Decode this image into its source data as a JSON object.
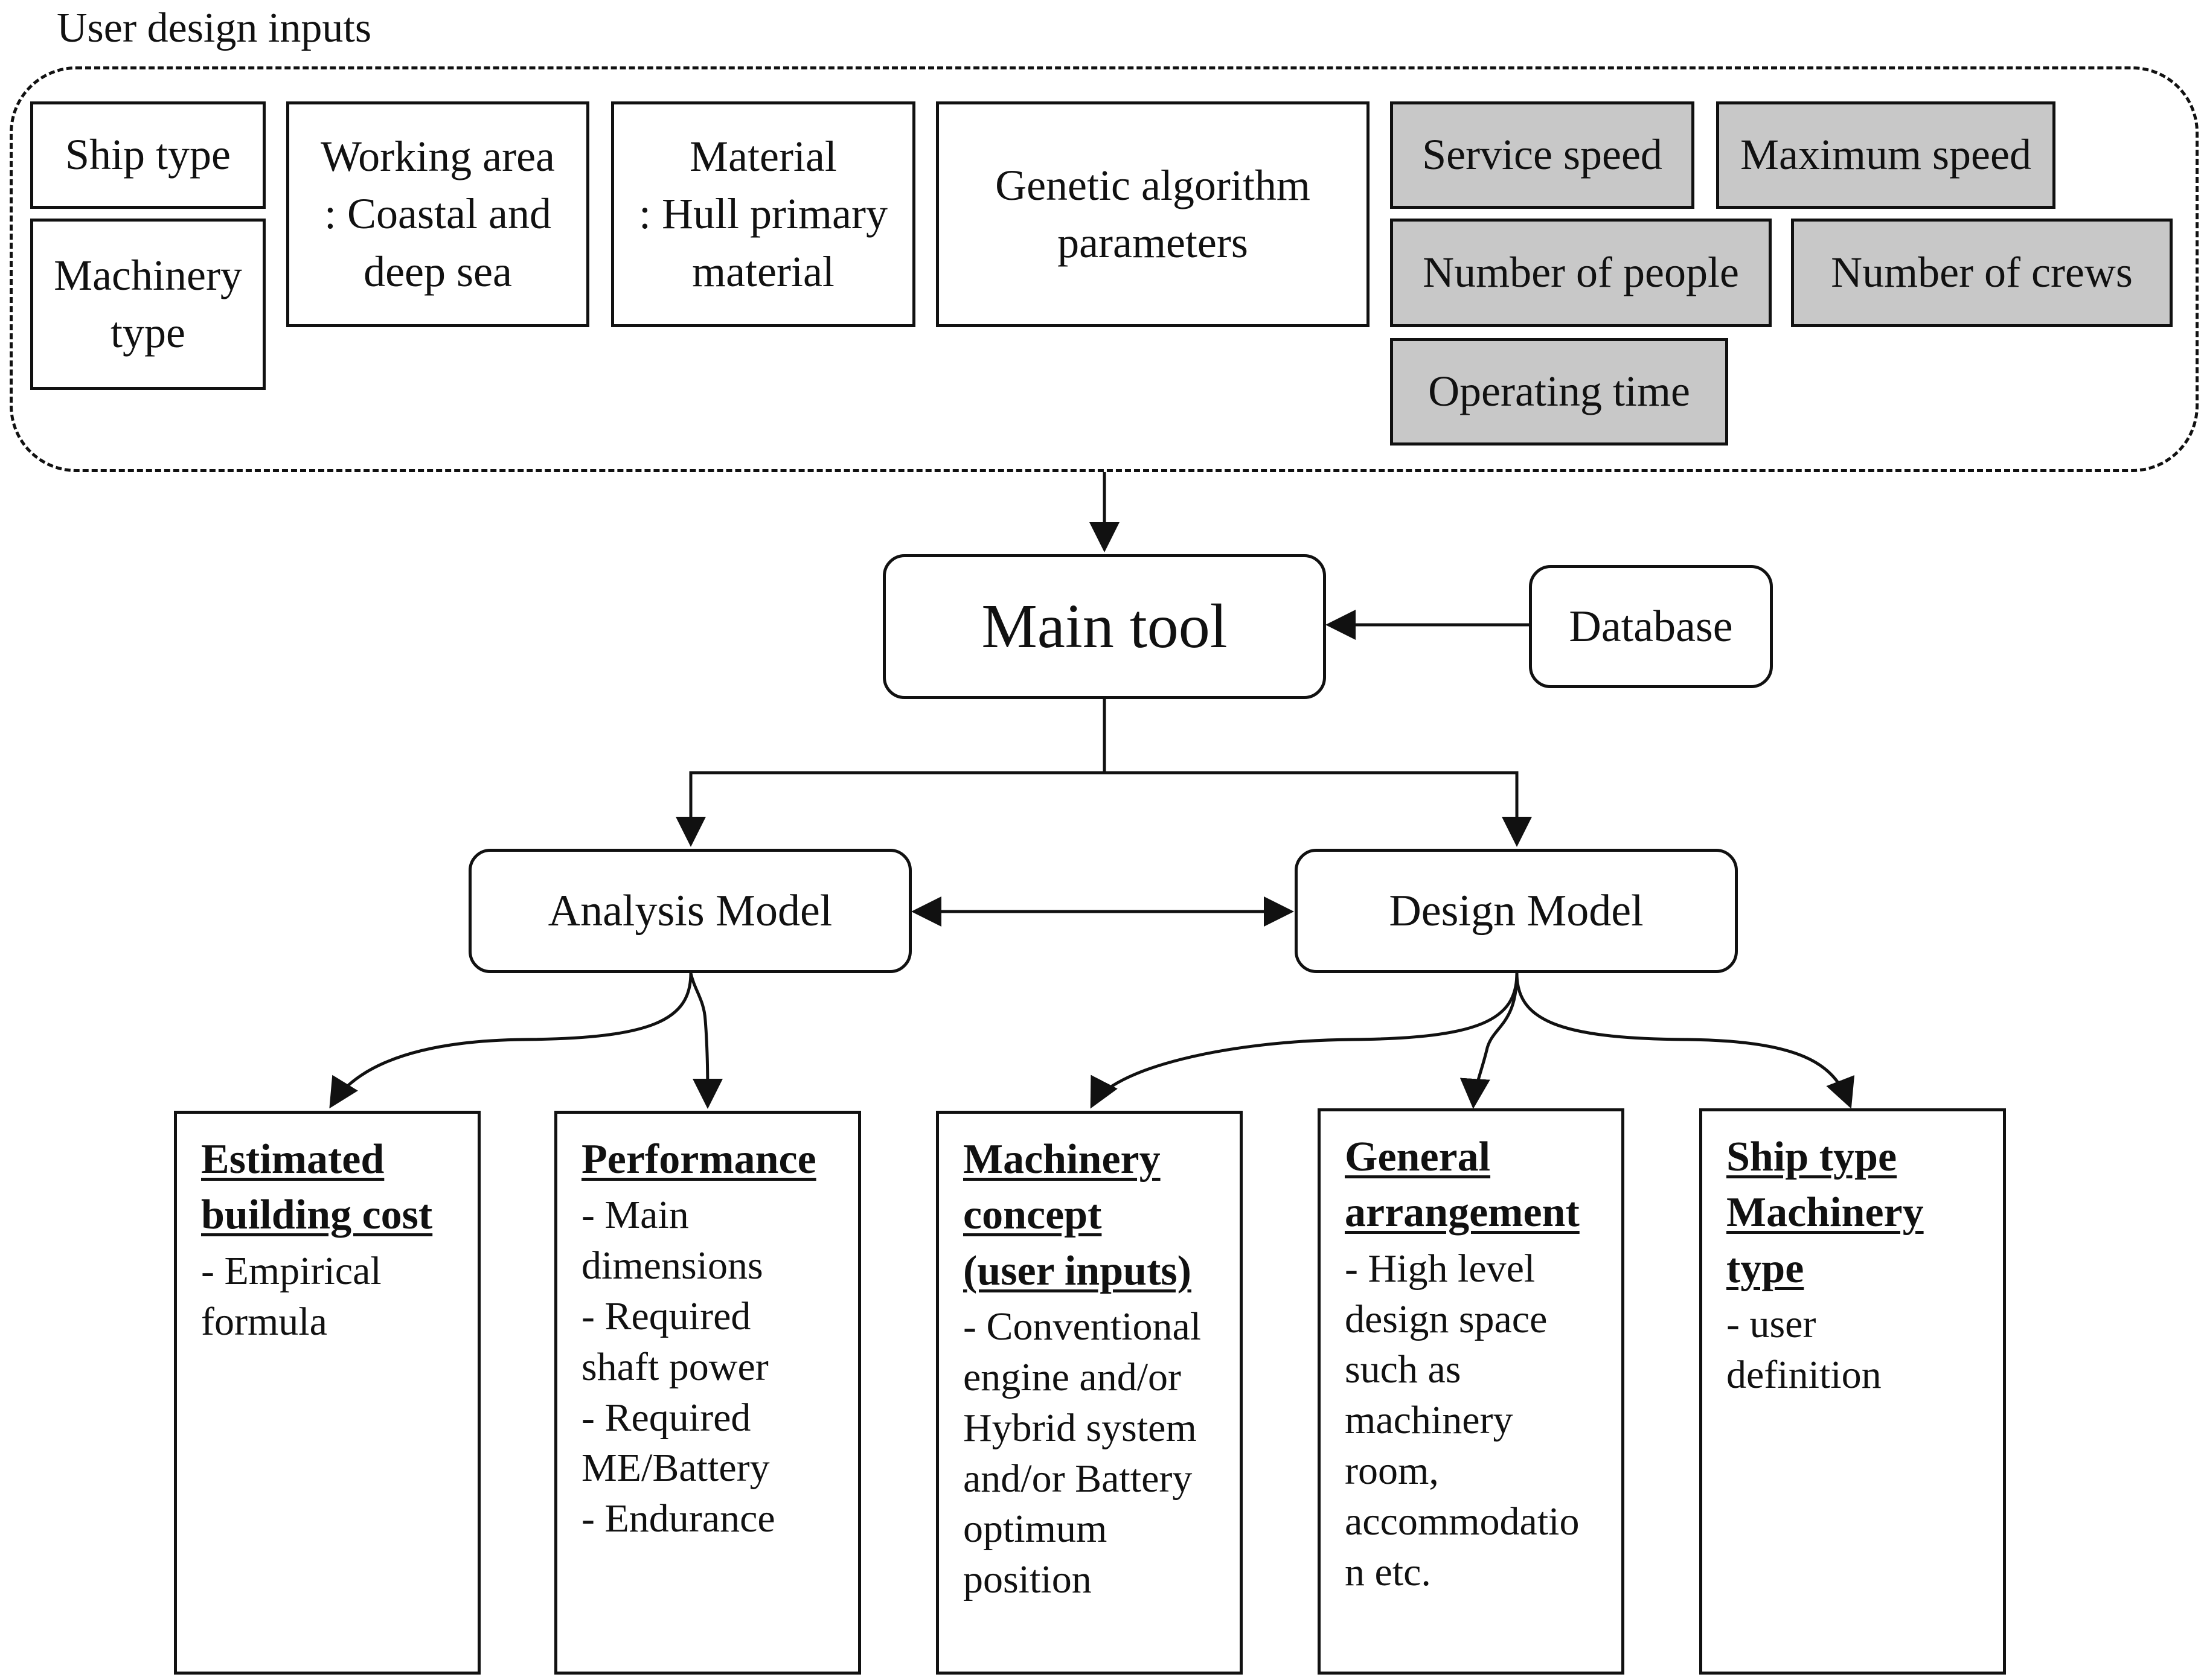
{
  "group_label": "User design inputs",
  "inputs": {
    "ship_type": "Ship type",
    "machinery_type": "Machinery type",
    "working_area": "Working area : Coastal and deep sea",
    "material": "Material : Hull primary material",
    "ga_params": "Genetic algorithm parameters",
    "service_speed": "Service speed",
    "maximum_speed": "Maximum speed",
    "number_of_people": "Number of people",
    "number_of_crews": "Number of crews",
    "operating_time": "Operating time"
  },
  "input_lines": {
    "machinery_type": [
      "Machinery",
      "type"
    ],
    "working_area": [
      "Working area",
      ": Coastal and",
      "deep sea"
    ],
    "material": [
      "Material",
      ": Hull primary",
      "material"
    ],
    "ga_params": [
      "Genetic algorithm",
      "parameters"
    ]
  },
  "nodes": {
    "main_tool": "Main tool",
    "database": "Database",
    "analysis_model": "Analysis Model",
    "design_model": "Design Model"
  },
  "outputs": [
    {
      "title": [
        "Estimated",
        "building cost"
      ],
      "body": "- Empirical\nformula"
    },
    {
      "title": [
        "Performance"
      ],
      "body": "- Main\ndimensions\n- Required\nshaft power\n- Required\nME/Battery\n- Endurance"
    },
    {
      "title": [
        "Machinery",
        "concept",
        "(user inputs)"
      ],
      "body": "- Conventional\nengine and/or\nHybrid system\nand/or Battery\noptimum\nposition"
    },
    {
      "title": [
        "General",
        "arrangement"
      ],
      "body": "- High level\ndesign space\nsuch as\nmachinery\nroom,\naccommodatio\nn etc."
    },
    {
      "title": [
        "Ship type",
        "Machinery",
        "type"
      ],
      "body": "- user\ndefinition"
    }
  ],
  "colors": {
    "line": "#111111",
    "grey_fill": "#c8c8c8",
    "background": "#ffffff"
  }
}
